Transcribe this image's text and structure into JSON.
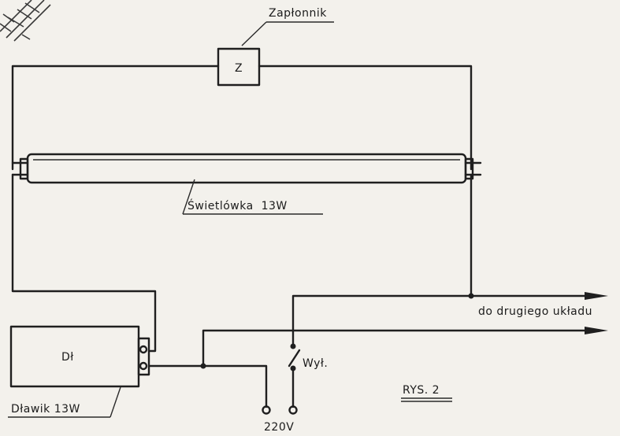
{
  "labels": {
    "starter_title": "Zapłonnik",
    "starter_symbol": "Z",
    "tube": "Świetlówka  13W",
    "ballast_symbol": "Dł",
    "ballast": "Dławik 13W",
    "switch": "Wył.",
    "output": "do drugiego układu",
    "supply": "220V",
    "figure": "RYS. 2"
  },
  "colors": {
    "ink": "#1f1f1f",
    "paper": "#f3f1ec"
  }
}
